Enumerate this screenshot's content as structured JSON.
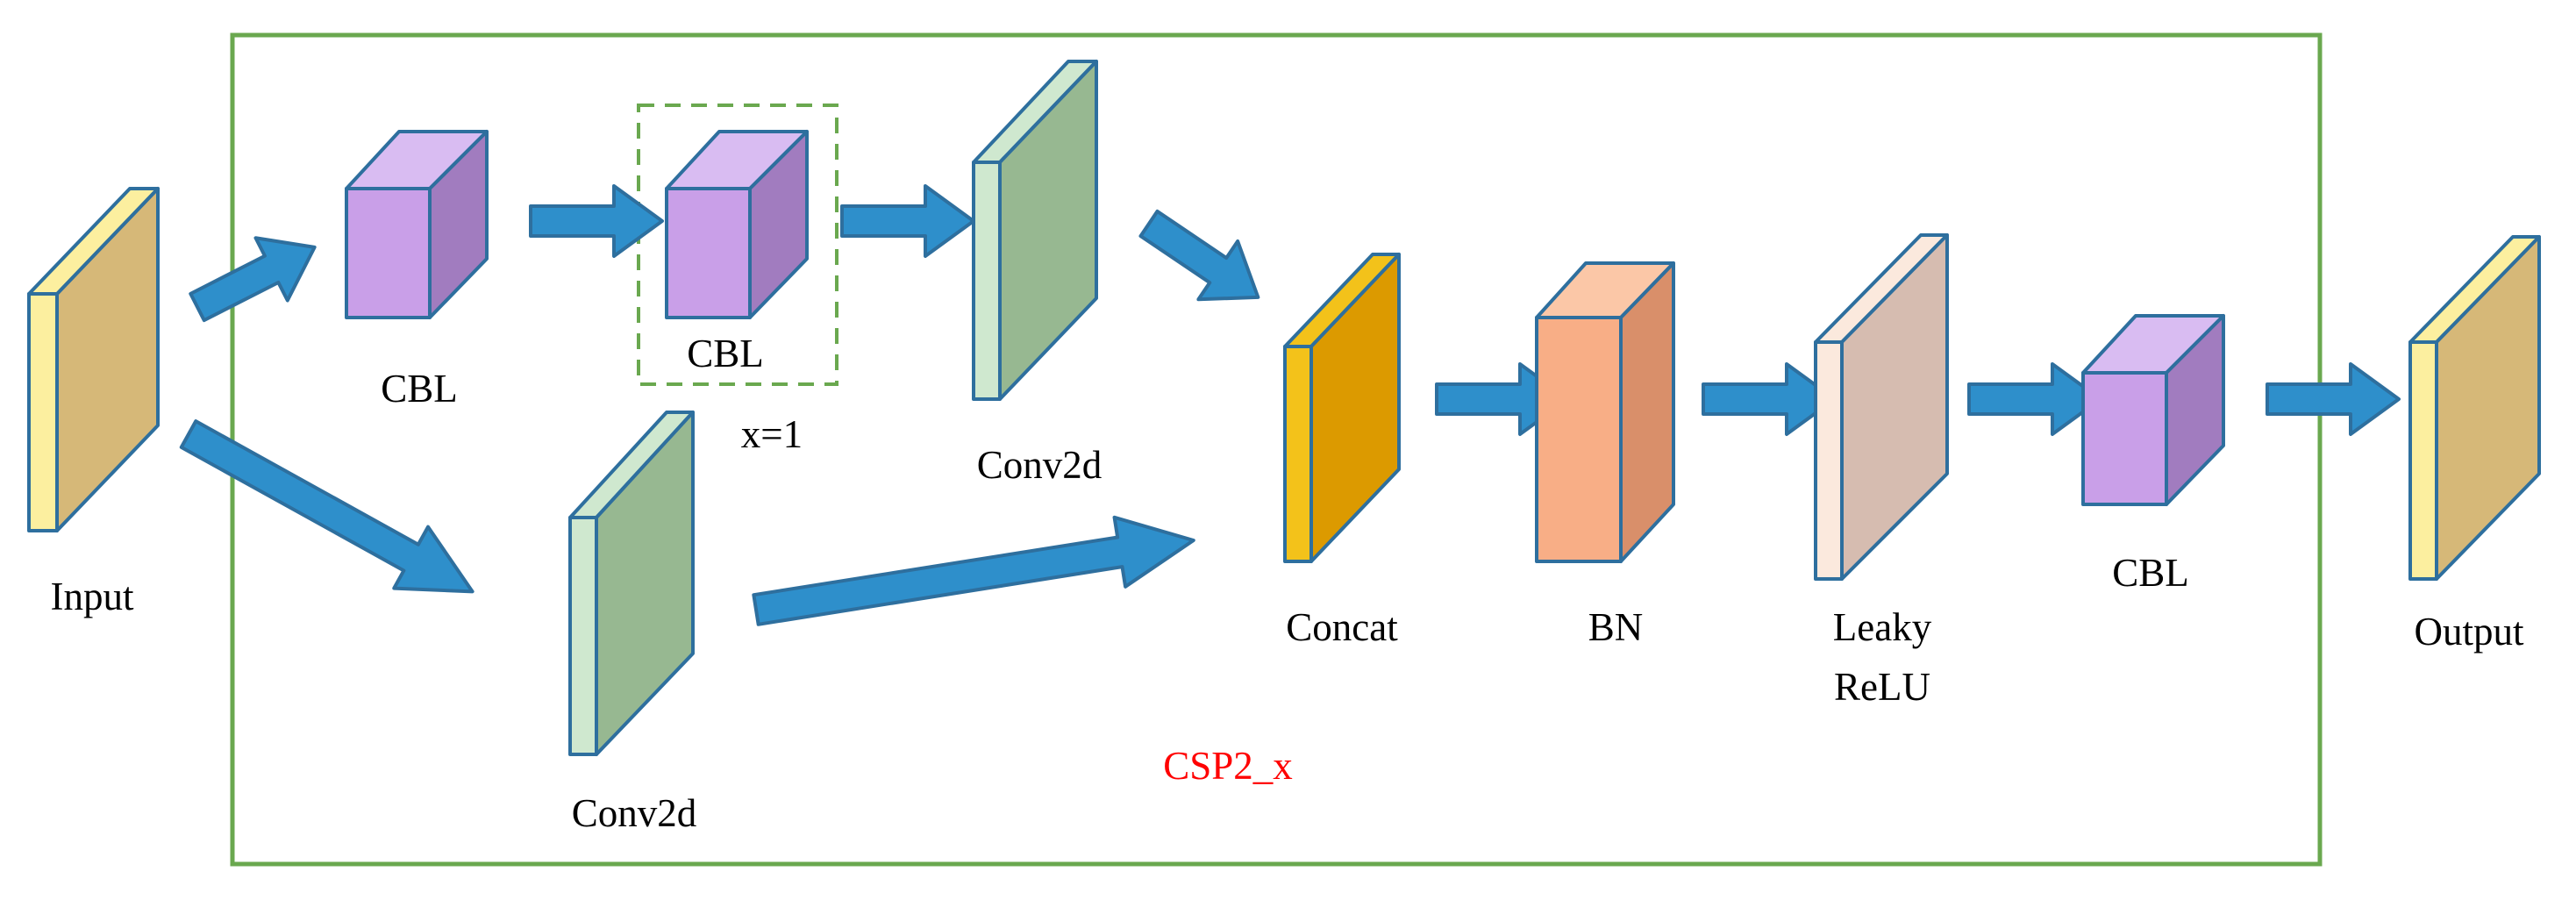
{
  "labels": {
    "input": "Input",
    "cbl_1": "CBL",
    "cbl_2": "CBL",
    "x_eq": "x=1",
    "conv2d_top": "Conv2d",
    "conv2d_bottom": "Conv2d",
    "concat": "Concat",
    "bn": "BN",
    "leaky_line1": "Leaky",
    "leaky_line2": "ReLU",
    "cbl_3": "CBL",
    "output": "Output",
    "module_name": "CSP2_x"
  },
  "colors": {
    "outer_box": "#6aa84f",
    "dashed_box": "#6aa84f",
    "arrow": "#2e8fcb",
    "module_name": "#ff0000",
    "cbl_front": "#c99fe8",
    "cbl_side": "#a17cbf",
    "cbl_top": "#d9bcf2",
    "conv_front": "#97b891",
    "conv_side": "#cfe8cf",
    "concat_front": "#dc9a00",
    "concat_side": "#f3c21a",
    "bn_front": "#f8ae86",
    "bn_side": "#d98f6a",
    "bn_top": "#fbc7a7",
    "leaky_front": "#d6bcb0",
    "leaky_side": "#fbe9dd",
    "io_front": "#d6b878",
    "io_side": "#fcef9f"
  },
  "icons": {
    "arrow": "block-arrow-icon",
    "block": "3d-box-icon"
  }
}
